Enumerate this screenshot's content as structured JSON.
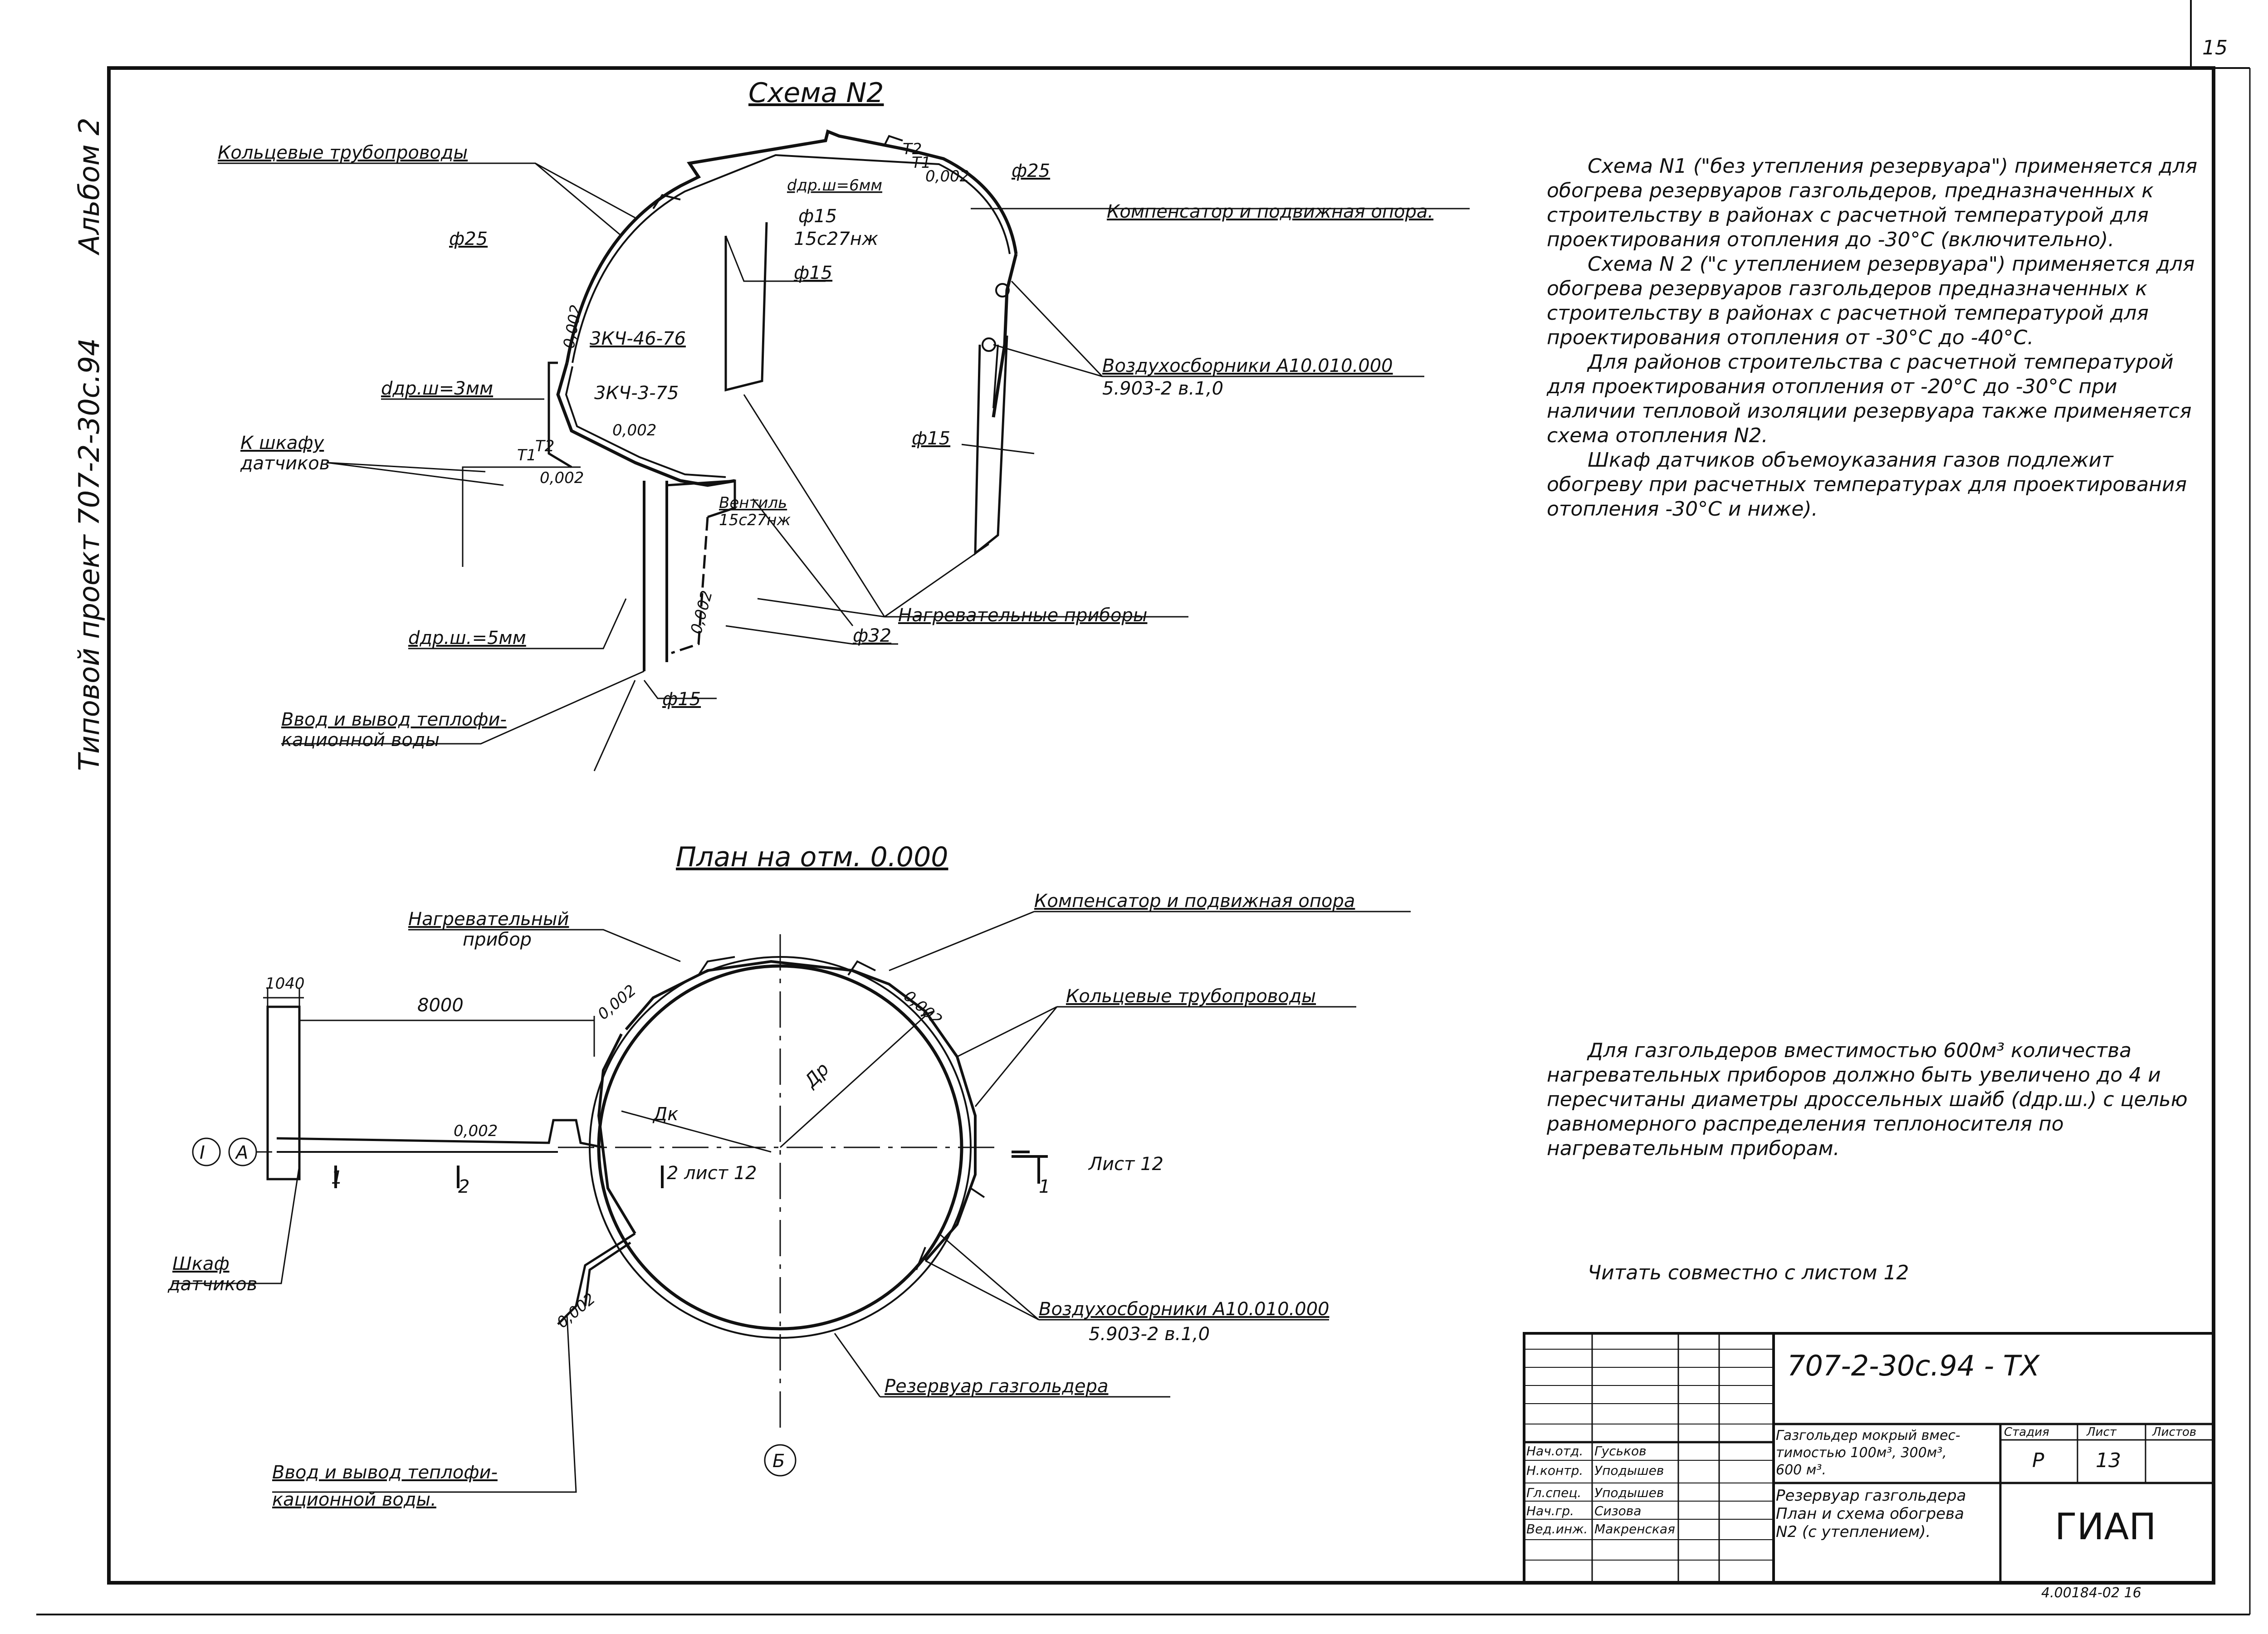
{
  "sheet": {
    "sheet_number": "15",
    "side_title": "Типовой проект 707-2-30с.94",
    "album": "Альбом 2"
  },
  "scheme2": {
    "title": "Схема N2",
    "ring_pipes": "Кольцевые трубопроводы",
    "phi25_left": "ф25",
    "phi25_top": "ф25",
    "slope_0002": "0,002",
    "valve_3k4_46": "3КЧ-46-76",
    "valve_3k4_3": "3КЧ-3-75",
    "d_orifice_3": "dдр.ш=3мм",
    "d_orifice_6": "dдр.ш=6мм",
    "d_orifice_5": "dдр.ш.=5мм",
    "phi15_a": "ф15",
    "valve_15c27": "15с27нж",
    "phi15_b": "ф15",
    "phi15_c": "ф15",
    "phi15_d": "ф15",
    "phi32": "ф32",
    "compensator": "Компенсатор и подвижная опора.",
    "air_collectors": "Воздухосборники А10.010.000",
    "air_collectors_ref": "5.903-2 в.1,0",
    "to_cabinet_line1": "К шкафу",
    "to_cabinet_line2": "датчиков",
    "valve_label": "Вентиль",
    "valve_type": "15с27нж",
    "heaters": "Нагревательные приборы",
    "inout_line1": "Ввод и вывод теплофи-",
    "inout_line2": "кационной воды",
    "t1": "Т1",
    "t2": "Т2"
  },
  "plan": {
    "title": "План на отм. 0.000",
    "heater_line1": "Нагревательный",
    "heater_line2": "прибор",
    "compensator": "Компенсатор и подвижная опора",
    "ring_pipes": "Кольцевые трубопроводы",
    "dim_1040": "1040",
    "dim_8000": "8000",
    "axis_i": "I",
    "axis_a": "А",
    "axis_b": "Б",
    "slope_0002": "0,002",
    "dk": "Дк",
    "dr": "Др",
    "sec2_sheet": "2 лист 12",
    "sec1_sheet": "Лист 12",
    "mark_1": "1",
    "mark_2": "2",
    "cabinet_line1": "Шкаф",
    "cabinet_line2": "датчиков",
    "air_collectors": "Воздухосборники А10.010.000",
    "air_collectors_ref": "5.903-2 в.1,0",
    "tank": "Резервуар газгольдера",
    "inout_line1": "Ввод и вывод теплофи-",
    "inout_line2": "кационной воды."
  },
  "notes": {
    "p1": "Схема N1 (\"без утепления резервуара\") применяется для обогрева резервуаров газгольдеров, предназначенных к строительству в районах с расчетной температурой для проектирования отопления до -30°С (включительно).",
    "p2": "Схема N 2 (\"с утеплением резервуара\") применяется для обогрева резервуаров газгольдеров предназначенных к строительству в районах с расчетной температурой для проектирования отопления от -30°С до -40°С.",
    "p3": "Для районов строительства с расчетной температурой для проектирования отопления от -20°С до -30°С при наличии тепловой изоляции резервуара также применяется схема отопления N2.",
    "p4": "Шкаф датчиков объемоуказания газов подлежит обогреву при расчетных температурах для проектирования отопления -30°С и ниже).",
    "p5": "Для газгольдеров вместимостью 600м³ количества нагревательных приборов должно быть увеличено до 4 и пересчитаны диаметры дроссельных шайб (dдр.ш.) с целью равномерного распределения теплоносителя по нагревательным приборам.",
    "read_with": "Читать совместно с листом 12"
  },
  "stamp": {
    "code": "707-2-30с.94 - ТХ",
    "object_line1": "Газгольдер мокрый вмес-",
    "object_line2": "тимостью 100м³, 300м³,",
    "object_line3": "600 м³.",
    "stage_h": "Стадия",
    "sheet_h": "Лист",
    "sheets_h": "Листов",
    "stage": "Р",
    "sheet": "13",
    "drawing_line1": "Резервуар газгольдера",
    "drawing_line2": "План и схема обогрева",
    "drawing_line3": "N2 (с утеплением).",
    "org": "ГИАП",
    "roles": [
      "Нач.отд.",
      "Н.контр.",
      "Гл.спец.",
      "Нач.гр.",
      "Вед.инж."
    ],
    "names": [
      "Гуськов",
      "Уподышев",
      "Уподышев",
      "Сизова",
      "Макренская"
    ],
    "inv": "4.00184-02 16"
  }
}
